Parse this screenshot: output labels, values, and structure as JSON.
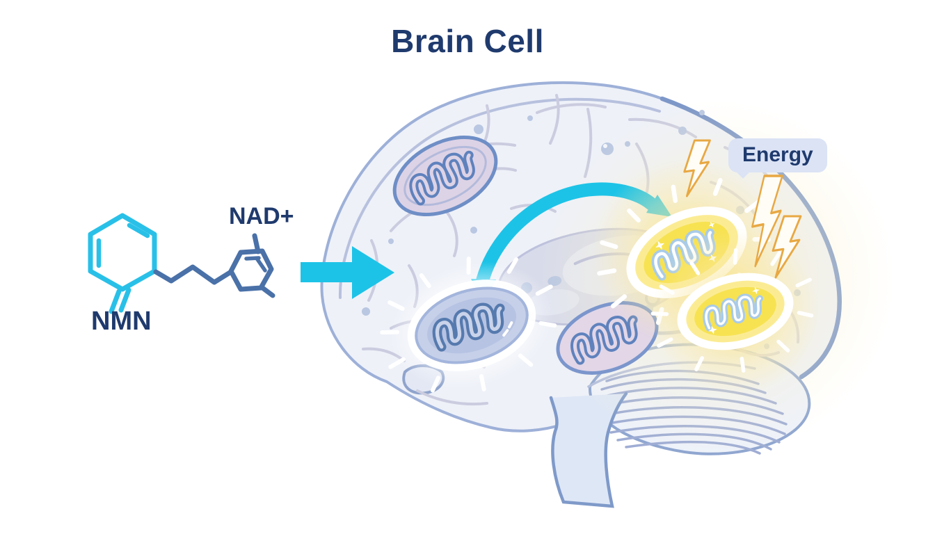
{
  "title": "Brain Cell",
  "molecule_panel": {
    "nmn_label": "NMN",
    "nad_label": "NAD+"
  },
  "energy_badge": {
    "label": "Energy"
  },
  "process": {
    "left_structure": "NMN molecule (cyan ring)",
    "right_structure": "NAD+ molecule (blue ring)",
    "flow": "NMN converts to NAD+, enters brain cell, mitochondria produce energy"
  },
  "icons": {
    "straight_arrow": "right-arrow-icon",
    "curved_arrow": "transport-arrow-icon",
    "bolt": "lightning-bolt-icon",
    "mitochondrion": "mitochondrion-icon",
    "sparkle": "sparkle-icon",
    "brain": "brain-icon"
  },
  "colors": {
    "background": "#ffffff",
    "accent_cyan": "#1dc3e7",
    "navy_text": "#1f3a6d",
    "chain_blue": "#4a71a8",
    "brain_fill": "#eef1f8",
    "brain_outline": "#9db0d8",
    "brain_outline_accent": "#7d97c8",
    "gyri": "#cbccdf",
    "mito_resting_fill": "#ddd3e6",
    "mito_active_fill": "#c6d0e9",
    "cristae_blue": "#5c7fb4",
    "cristae_ice": "#a9cbe8",
    "energized_yellow": "#f7e251",
    "glow_yellow": "#f8e9ab",
    "bolt_gold": "#e8a843",
    "badge_bg": "#dbe3f5"
  }
}
